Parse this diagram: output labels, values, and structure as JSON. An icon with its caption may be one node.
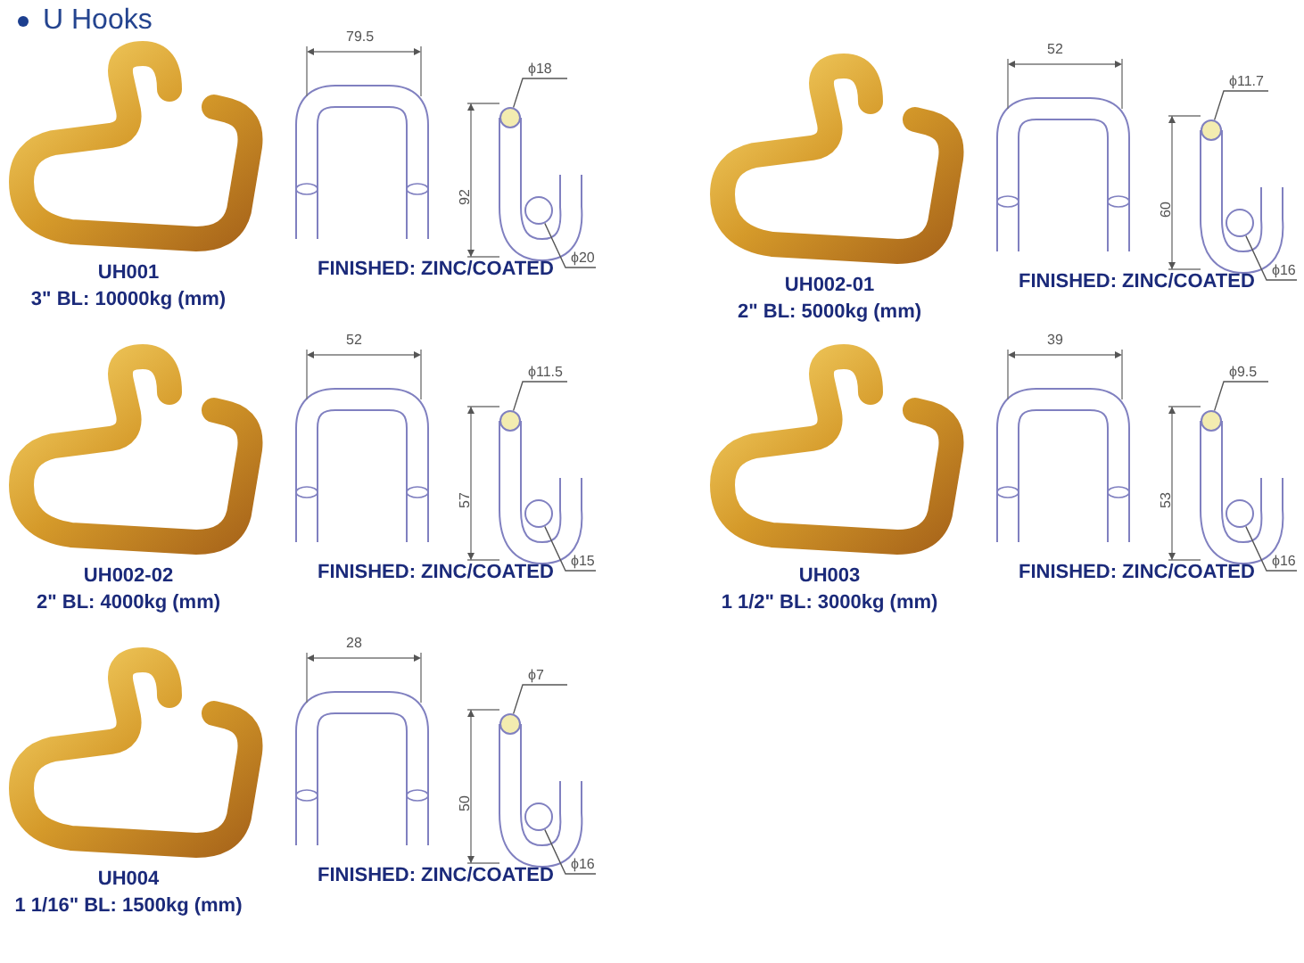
{
  "diagram": {
    "title": "U Hooks",
    "nodes": [
      {
        "text": [
          "ϕ18"
        ]
      },
      {
        "text": [],
        "shape": "circle"
      },
      {
        "text": [
          "ϕ20"
        ]
      },
      {
        "text": [],
        "shape": "circle"
      },
      {
        "text": [
          "ϕ11.7"
        ]
      },
      {
        "text": [],
        "shape": "circle"
      },
      {
        "text": [
          "ϕ16"
        ]
      },
      {
        "text": [],
        "shape": "circle"
      },
      {
        "text": [
          "ϕ11.5"
        ]
      },
      {
        "text": [],
        "shape": "circle"
      },
      {
        "text": [
          "ϕ15"
        ]
      },
      {
        "text": [],
        "shape": "circle"
      },
      {
        "text": [
          "ϕ9.5"
        ]
      },
      {
        "text": [],
        "shape": "circle"
      },
      {
        "text": [
          "ϕ16"
        ]
      },
      {
        "text": [],
        "shape": "circle"
      },
      {
        "text": [
          "ϕ7"
        ]
      },
      {
        "text": [],
        "shape": "circle"
      },
      {
        "text": [
          "ϕ16"
        ]
      },
      {
        "text": [],
        "shape": "circle"
      }
    ],
    "edges": [
      {
        "from": 0,
        "to": 1,
        "arrow": "none"
      },
      {
        "from": 2,
        "to": 3,
        "arrow": "none"
      },
      {
        "from": 4,
        "to": 5,
        "arrow": "none"
      },
      {
        "from": 6,
        "to": 7,
        "arrow": "none"
      },
      {
        "from": 8,
        "to": 9,
        "arrow": "none"
      },
      {
        "from": 10,
        "to": 11,
        "arrow": "none"
      },
      {
        "from": 12,
        "to": 13,
        "arrow": "none"
      },
      {
        "from": 14,
        "to": 15,
        "arrow": "none"
      },
      {
        "from": 16,
        "to": 17,
        "arrow": "none"
      },
      {
        "from": 18,
        "to": 19,
        "arrow": "none"
      }
    ],
    "labels": [
      "UH001",
      "3\"  BL: 10000kg (mm)",
      "79.5",
      "92",
      "FINISHED: ZINC/COATED",
      "UH002-01",
      "2\"  BL: 5000kg (mm)",
      "52",
      "60",
      "FINISHED: ZINC/COATED",
      "UH002-02",
      "2\"  BL: 4000kg (mm)",
      "52",
      "57",
      "FINISHED: ZINC/COATED",
      "UH003",
      "1 1/2\"  BL: 3000kg (mm)",
      "39",
      "53",
      "FINISHED: ZINC/COATED",
      "UH004",
      "1 1/16\"  BL: 1500kg (mm)",
      "28",
      "50",
      "FINISHED: ZINC/COATED"
    ]
  }
}
